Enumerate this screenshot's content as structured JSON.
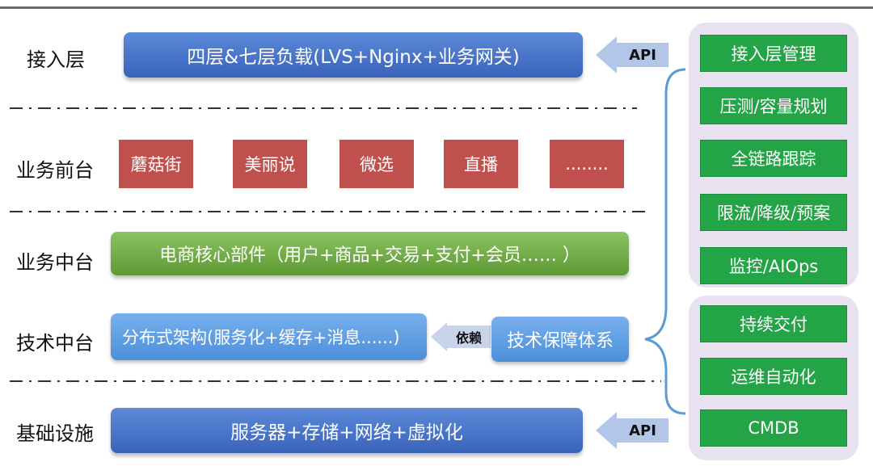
{
  "rows": {
    "access": {
      "label": "接入层",
      "bar": "四层&七层负载(LVS+Nginx+业务网关)",
      "arrow": "API"
    },
    "frontend": {
      "label": "业务前台",
      "apps": [
        "蘑菇街",
        "美丽说",
        "微选",
        "直播",
        "........"
      ]
    },
    "middle": {
      "label": "业务中台",
      "bar": "电商核心部件（用户+商品+交易+支付+会员…… ）"
    },
    "tech": {
      "label": "技术中台",
      "bar": "分布式架构(服务化+缓存+消息......)",
      "arrow": "依赖",
      "guarantee": "技术保障体系"
    },
    "infra": {
      "label": "基础设施",
      "bar": "服务器+存储+网络+虚拟化",
      "arrow": "API"
    }
  },
  "panel_top": [
    "接入层管理",
    "压测/容量规划",
    "全链路跟踪",
    "限流/降级/预案",
    "监控/AIOps"
  ],
  "panel_bottom": [
    "持续交付",
    "运维自动化",
    "CMDB"
  ],
  "colors": {
    "blue_dark": "#3a63bb",
    "green": "#5d9a34",
    "blue_light": "#4c8fd9",
    "red": "#c0504d",
    "button_green": "#22a447",
    "panel": "#e7e1f0",
    "arrow": "#b4c6e7"
  }
}
